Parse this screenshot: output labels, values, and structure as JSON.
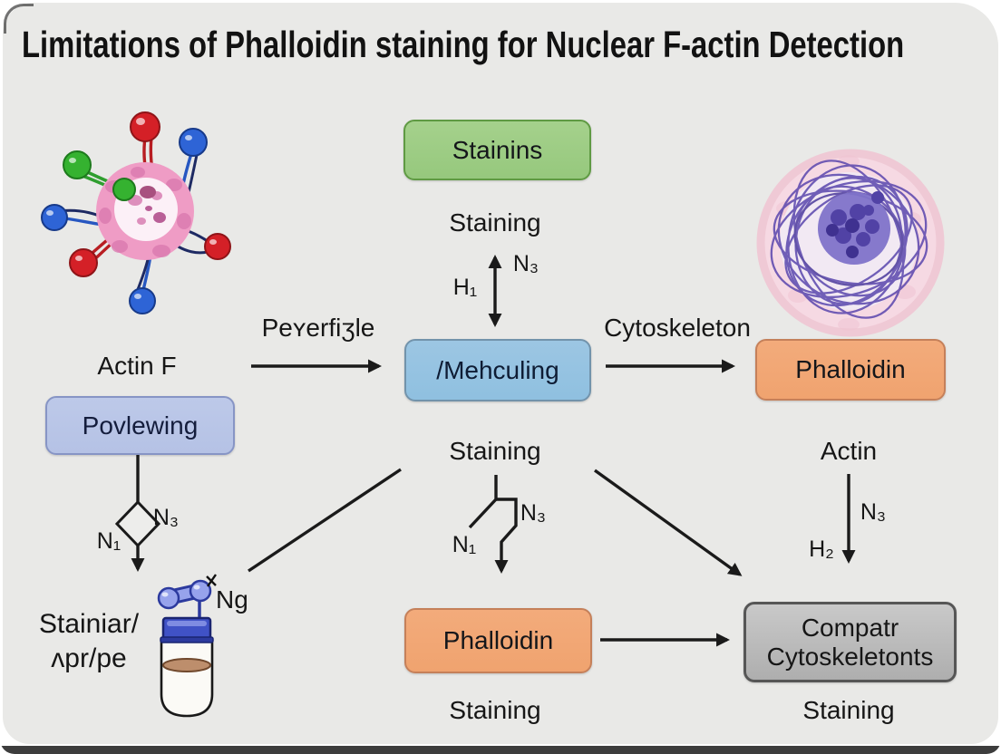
{
  "title": "Limitations of Phalloidin staining for Nuclear F-actin Detection",
  "nodes": {
    "stainins": "Stainins",
    "mehculing": "/Mehculing",
    "povlewing": "Povlewing",
    "phalloidin_right": "Phalloidin",
    "phalloidin_bottom": "Phalloidin",
    "compare_line1": "Compatr",
    "compare_line2": "Cytoskeletonts"
  },
  "labels": {
    "actin_f": "Actin F",
    "staining_top": "Staining",
    "staining_mid": "Staining",
    "staining_bottom_center": "Staining",
    "staining_bottom_right": "Staining",
    "actin_right": "Actin",
    "arrow_left_caption": "Peʏerfiʒle",
    "arrow_right_caption": "Cytoskeleton",
    "stainiar_line1": "Stainiar/",
    "stainiar_line2": "ʌpr/pe",
    "ng": "Ng",
    "h1": "H₁",
    "n3_top": "N₃",
    "n1_povlewing": "N₁",
    "n3_povlewing": "N₃",
    "n1_center": "N₁",
    "n3_center": "N₃",
    "n3_right": "N₃",
    "h2_right": "H₂"
  },
  "colors": {
    "background": "#e9e9e7",
    "green_fill": "#a5d18c",
    "green_border": "#5f9a43",
    "blue_fill": "#8fc0e0",
    "blue_border": "#7293ab",
    "periwinkle_fill": "#b5c2e5",
    "periwinkle_border": "#8795c5",
    "orange_fill": "#f0a36f",
    "orange_border": "#c5805a",
    "gray_fill": "#aeaeae",
    "gray_border": "#565656",
    "arrow": "#1a1a1a"
  }
}
